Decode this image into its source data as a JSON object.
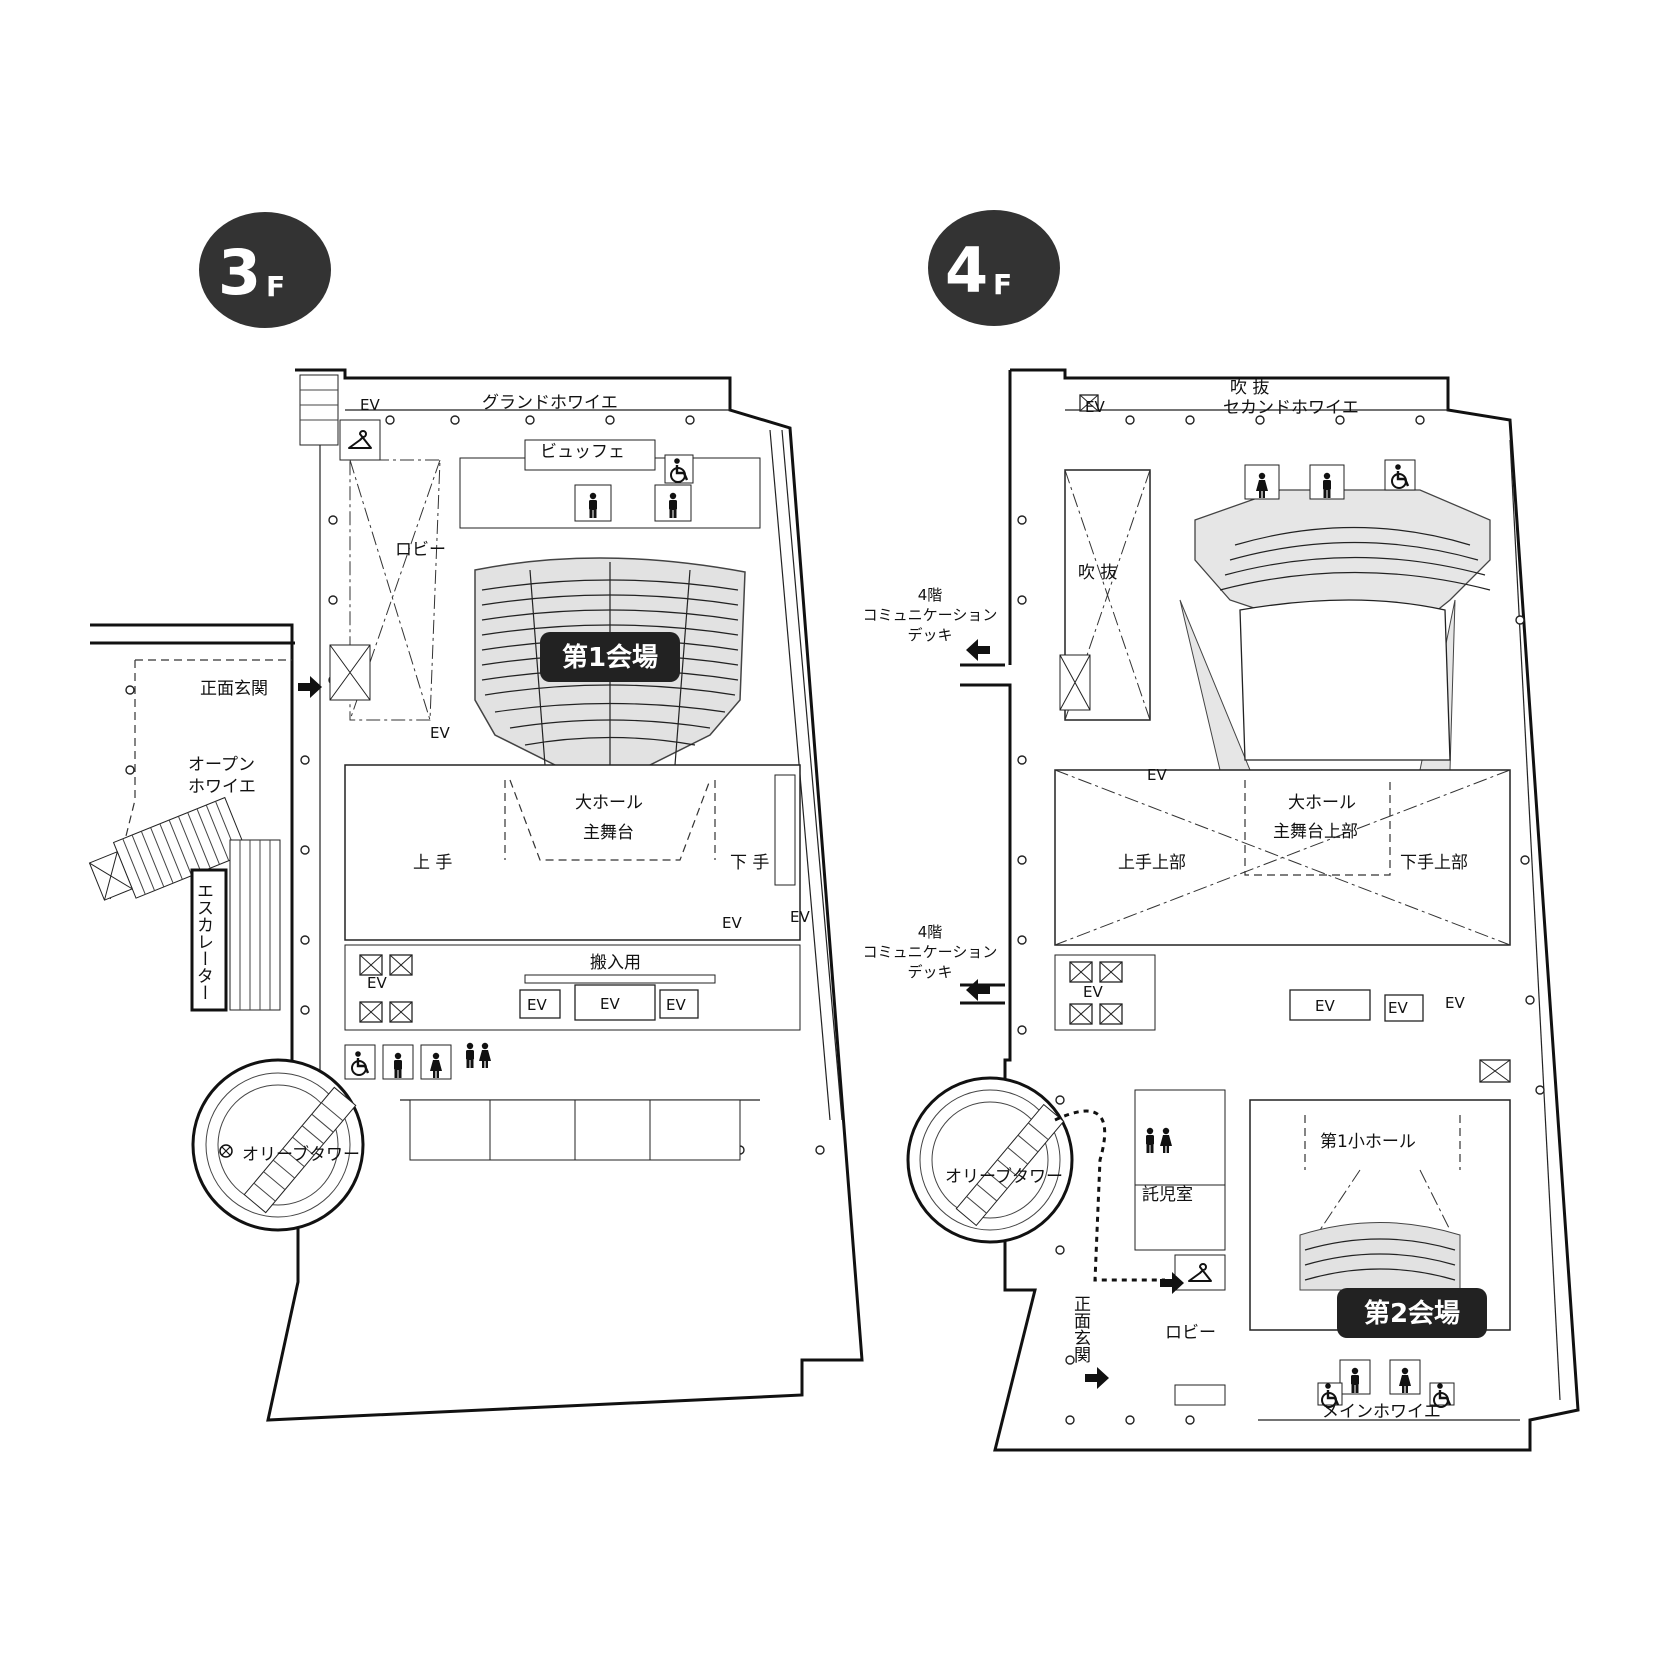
{
  "floors": [
    {
      "badge": {
        "num": "3",
        "sub": "F"
      },
      "labels": {
        "grand_foyer": "グランドホワイエ",
        "buffet": "ビュッフェ",
        "lobby": "ロビー",
        "main_entrance": "正面玄関",
        "open_foyer_1": "オープン",
        "open_foyer_2": "ホワイエ",
        "escalator": "エスカレーター",
        "venue": "第1会場",
        "big_hall": "大ホール",
        "main_stage": "主舞台",
        "stage_left": "上 手",
        "stage_right": "下 手",
        "loading": "搬入用",
        "olive_tower": "オリーブタワー"
      },
      "ev_labels": [
        "EV",
        "EV",
        "EV",
        "EV",
        "EV",
        "EV",
        "EV",
        "EV"
      ]
    },
    {
      "badge": {
        "num": "4",
        "sub": "F"
      },
      "labels": {
        "atrium_top": "吹 抜",
        "second_foyer": "セカンドホワイエ",
        "atrium": "吹 抜",
        "deck_floor": "4階",
        "deck_name": "コミュニケーション",
        "deck": "デッキ",
        "big_hall": "大ホール",
        "main_stage_upper": "主舞台上部",
        "stage_left_upper": "上手上部",
        "stage_right_upper": "下手上部",
        "small_hall": "第1小ホール",
        "nursery": "託児室",
        "lobby": "ロビー",
        "main_entrance": "正面玄関",
        "venue": "第2会場",
        "main_foyer": "メインホワイエ",
        "olive_tower": "オリーブタワー"
      },
      "ev_labels": [
        "EV",
        "EV",
        "EV",
        "EV",
        "EV",
        "EV"
      ]
    }
  ],
  "icons": [
    "wheelchair-icon",
    "male-toilet-icon",
    "female-toilet-icon",
    "coat-check-icon",
    "arrow-right-icon",
    "arrow-left-icon"
  ],
  "colors": {
    "badge": "#333333",
    "seat": "#d6d6d6",
    "ink": "#111111"
  }
}
